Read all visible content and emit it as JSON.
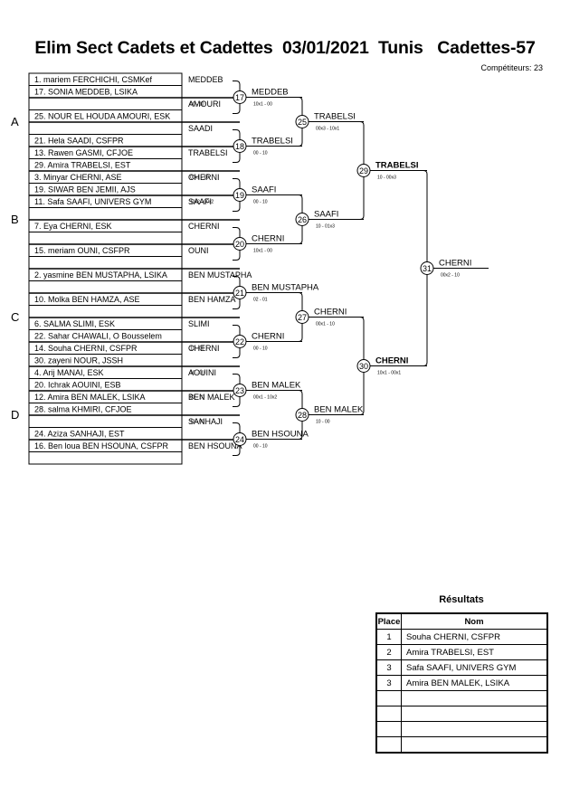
{
  "header": {
    "title": "Elim Sect Cadets et Cadettes  03/01/2021  Tunis   Cadettes-57",
    "competitors": "Compétiteurs: 23"
  },
  "pools": [
    "A",
    "B",
    "C",
    "D"
  ],
  "entries": [
    {
      "label": "1. mariem FERCHICHI, CSMKef",
      "short": "MEDDEB",
      "score": "",
      "bold": false
    },
    {
      "label": "17. SONIA MEDDEB, LSIKA",
      "short": "",
      "score": "00 - 10",
      "bold": false
    },
    {
      "label": "",
      "short": "AMOURI",
      "score": "",
      "bold": false
    },
    {
      "label": "25. NOUR EL HOUDA AMOURI, ESK",
      "short": "",
      "score": "",
      "bold": false
    },
    {
      "label": "",
      "short": "SAADI",
      "score": "",
      "bold": false
    },
    {
      "label": "21. Hela SAADI, CSFPR",
      "short": "",
      "score": "",
      "bold": false
    },
    {
      "label": "13. Rawen GASMI, CFJOE",
      "short": "TRABELSI",
      "score": "",
      "bold": false
    },
    {
      "label": "29. Amira TRABELSI, EST",
      "short": "",
      "score": "00x1 - 10",
      "bold": false
    },
    {
      "label": "3. Minyar CHERNI, ASE",
      "short": "CHERNI",
      "score": "",
      "bold": false
    },
    {
      "label": "19. SIWAR BEN JEMII, AJS",
      "short": "",
      "score": "10x2 - 00x2",
      "bold": false
    },
    {
      "label": "11. Safa SAAFI, UNIVERS GYM",
      "short": "SAAFI",
      "score": "",
      "bold": false
    },
    {
      "label": "",
      "short": "",
      "score": "",
      "bold": false
    },
    {
      "label": "7. Eya CHERNI, ESK",
      "short": "CHERNI",
      "score": "",
      "bold": false
    },
    {
      "label": "",
      "short": "",
      "score": "",
      "bold": false
    },
    {
      "label": "15. meriam OUNI, CSFPR",
      "short": "OUNI",
      "score": "",
      "bold": false
    },
    {
      "label": "",
      "short": "",
      "score": "",
      "bold": false
    },
    {
      "label": "2. yasmine BEN MUSTAPHA, LSIKA",
      "short": "BEN MUSTAPHA",
      "score": "",
      "bold": false
    },
    {
      "label": "",
      "short": "",
      "score": "",
      "bold": false
    },
    {
      "label": "10. Molka BEN HAMZA, ASE",
      "short": "BEN HAMZA",
      "score": "",
      "bold": false
    },
    {
      "label": "",
      "short": "",
      "score": "",
      "bold": false
    },
    {
      "label": "6. SALMA SLIMI, ESK",
      "short": "SLIMI",
      "score": "",
      "bold": false
    },
    {
      "label": "22. Sahar CHAWALI, O Bousselem",
      "short": "",
      "score": "10 - 00",
      "bold": false
    },
    {
      "label": "14. Souha CHERNI, CSFPR",
      "short": "CHERNI",
      "score": "",
      "bold": false
    },
    {
      "label": "30. zayeni NOUR, JSSH",
      "short": "",
      "score": "10 - 00",
      "bold": false
    },
    {
      "label": "4. Arij MANAI, ESK",
      "short": "AOUINI",
      "score": "",
      "bold": false
    },
    {
      "label": "20. Ichrak AOUINI, ESB",
      "short": "",
      "score": "01 - 10",
      "bold": false
    },
    {
      "label": "12. Amira BEN MALEK, LSIKA",
      "short": "BEN MALEK",
      "score": "",
      "bold": false
    },
    {
      "label": "28. salma KHMIRI, CFJOE",
      "short": "",
      "score": "10 - 00",
      "bold": false
    },
    {
      "label": "",
      "short": "SANHAJI",
      "score": "",
      "bold": false
    },
    {
      "label": "24. Aziza SANHAJI, EST",
      "short": "",
      "score": "",
      "bold": false
    },
    {
      "label": "16. Ben loua BEN HSOUNA, CSFPR",
      "short": "BEN HSOUNA",
      "score": "",
      "bold": false
    },
    {
      "label": "",
      "short": "",
      "score": "",
      "bold": false
    }
  ],
  "rounds": [
    [
      {
        "num": "17",
        "winner": "MEDDEB",
        "score": "10x1 - 00"
      },
      {
        "num": "18",
        "winner": "TRABELSI",
        "score": "00 - 10"
      },
      {
        "num": "19",
        "winner": "SAAFI",
        "score": "00 - 10"
      },
      {
        "num": "20",
        "winner": "CHERNI",
        "score": "10x1 - 00"
      },
      {
        "num": "21",
        "winner": "BEN MUSTAPHA",
        "score": "02 - 01"
      },
      {
        "num": "22",
        "winner": "CHERNI",
        "score": "00 - 10"
      },
      {
        "num": "23",
        "winner": "BEN MALEK",
        "score": "00x1 - 10x2"
      },
      {
        "num": "24",
        "winner": "BEN HSOUNA",
        "score": "00 - 10"
      }
    ],
    [
      {
        "num": "25",
        "winner": "TRABELSI",
        "score": "00x3 - 10x1"
      },
      {
        "num": "26",
        "winner": "SAAFI",
        "score": "10 - 01x3"
      },
      {
        "num": "27",
        "winner": "CHERNI",
        "score": "00x1 - 10"
      },
      {
        "num": "28",
        "winner": "BEN MALEK",
        "score": "10 - 00"
      }
    ],
    [
      {
        "num": "29",
        "winner": "TRABELSI",
        "score": "10 - 00x3"
      },
      {
        "num": "30",
        "winner": "CHERNI",
        "score": "10x1 - 00x1"
      }
    ],
    [
      {
        "num": "31",
        "winner": "CHERNI",
        "score": "00x2 - 10"
      }
    ]
  ],
  "results": {
    "title": "Résultats",
    "col_place": "Place",
    "col_name": "Nom",
    "rows": [
      {
        "place": "1",
        "name": "Souha CHERNI, CSFPR"
      },
      {
        "place": "2",
        "name": "Amira TRABELSI, EST"
      },
      {
        "place": "3",
        "name": "Safa SAAFI, UNIVERS GYM"
      },
      {
        "place": "3",
        "name": "Amira BEN MALEK, LSIKA"
      },
      {
        "place": "",
        "name": ""
      },
      {
        "place": "",
        "name": ""
      },
      {
        "place": "",
        "name": ""
      },
      {
        "place": "",
        "name": ""
      }
    ]
  }
}
